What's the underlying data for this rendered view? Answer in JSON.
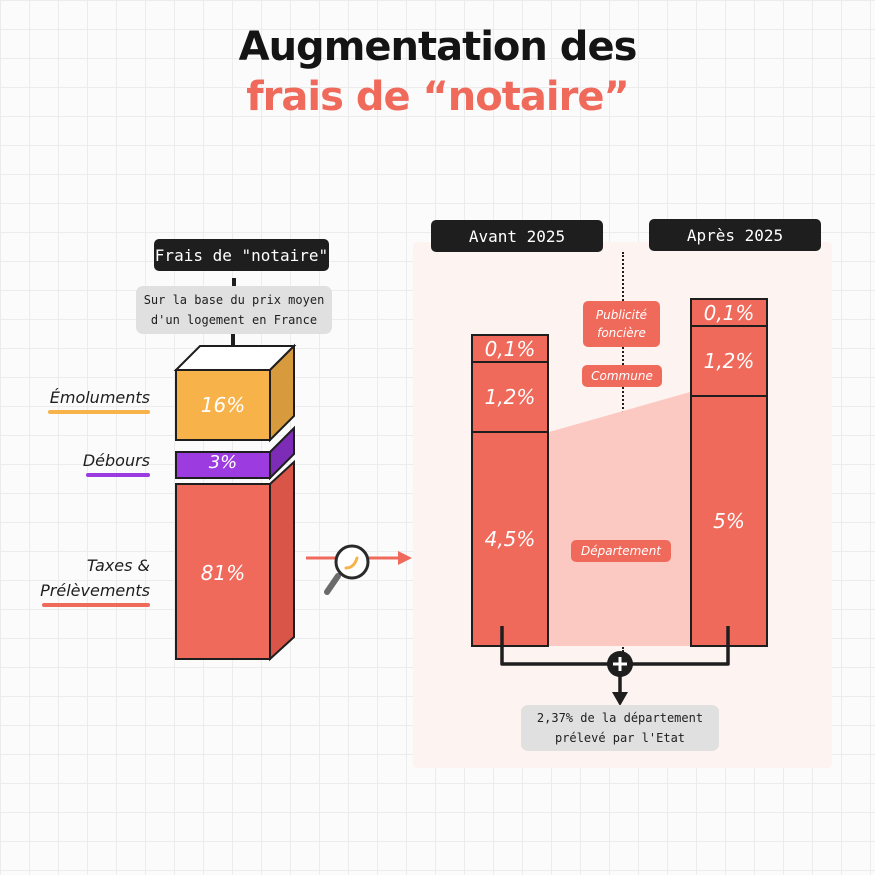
{
  "title": {
    "line1": "Augmentation des",
    "line2": "frais de “notaire”"
  },
  "left": {
    "header": "Frais de \"notaire\"",
    "note_line1": "Sur la base du prix moyen",
    "note_line2": "d'un logement en France",
    "segments": [
      {
        "label": "Émoluments",
        "value": "16%",
        "color": "#f7b24a"
      },
      {
        "label": "Débours",
        "value": "3%",
        "color": "#9b3be0"
      },
      {
        "label_line1": "Taxes &",
        "label_line2": "Prélèvements",
        "value": "81%",
        "color": "#f06a5c"
      }
    ]
  },
  "right": {
    "before_label": "Avant 2025",
    "after_label": "Après 2025",
    "before": {
      "publicite": "0,1%",
      "commune": "1,2%",
      "departement": "4,5%"
    },
    "after": {
      "publicite": "0,1%",
      "commune": "1,2%",
      "departement": "5%"
    },
    "tags": {
      "publicite_line1": "Publicité",
      "publicite_line2": "foncière",
      "commune": "Commune",
      "departement": "Département"
    },
    "result_line1": "2,37% de la département",
    "result_line2": "prélevé par l'Etat"
  },
  "colors": {
    "red": "#f06a5c",
    "orange": "#f7b24a",
    "purple": "#9b3be0",
    "dark": "#1e1e1e"
  },
  "icons": {
    "magnifier": "magnifier-icon",
    "plus": "plus-circle-icon"
  }
}
